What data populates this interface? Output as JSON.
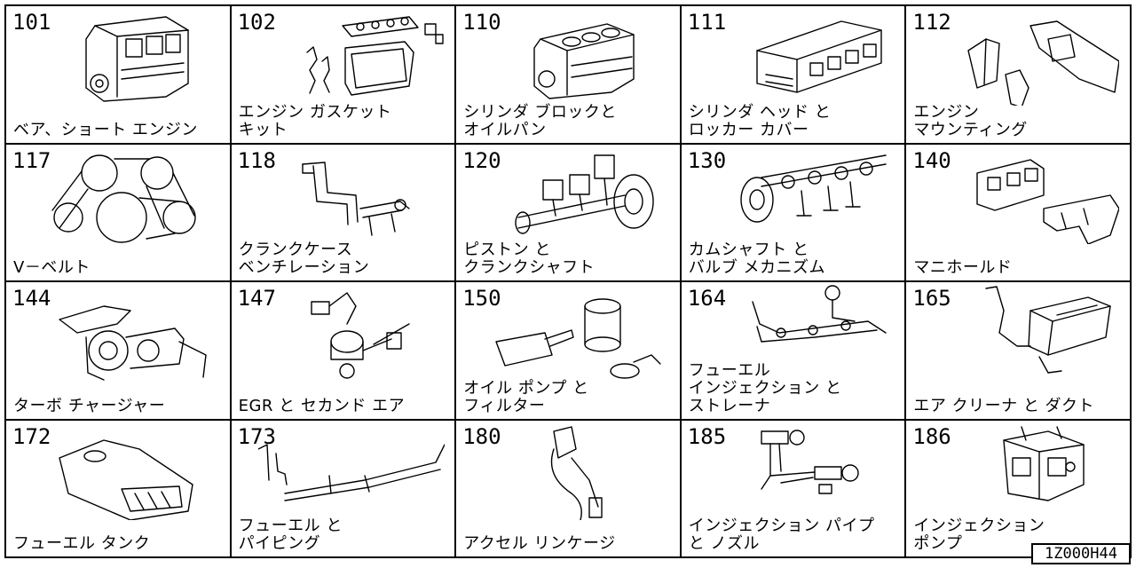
{
  "diagram_code": "1Z000H44",
  "cells": [
    {
      "number": "101",
      "label": "ベア、ショート エンジン",
      "icon": "engine-block-icon"
    },
    {
      "number": "102",
      "label": "エンジン ガスケット\nキット",
      "icon": "gasket-kit-icon"
    },
    {
      "number": "110",
      "label": "シリンダ ブロックと\nオイルパン",
      "icon": "cylinder-block-icon"
    },
    {
      "number": "111",
      "label": "シリンダ ヘッド と\nロッカー カバー",
      "icon": "cylinder-head-icon"
    },
    {
      "number": "112",
      "label": "エンジン\nマウンティング",
      "icon": "engine-mount-icon"
    },
    {
      "number": "117",
      "label": "V－ベルト",
      "icon": "v-belt-icon"
    },
    {
      "number": "118",
      "label": "クランクケース\nベンチレーション",
      "icon": "ventilation-hose-icon"
    },
    {
      "number": "120",
      "label": "ピストン と\nクランクシャフト",
      "icon": "piston-crankshaft-icon"
    },
    {
      "number": "130",
      "label": "カムシャフト と\nバルブ メカニズム",
      "icon": "camshaft-valve-icon"
    },
    {
      "number": "140",
      "label": "マニホールド",
      "icon": "manifold-icon"
    },
    {
      "number": "144",
      "label": "ターボ チャージャー",
      "icon": "turbocharger-icon"
    },
    {
      "number": "147",
      "label": "EGR と セカンド エア",
      "icon": "egr-valve-icon"
    },
    {
      "number": "150",
      "label": "オイル ポンプ と\nフィルター",
      "icon": "oil-pump-filter-icon"
    },
    {
      "number": "164",
      "label": "フューエル\nインジェクション と\nストレーナ",
      "icon": "fuel-injection-icon"
    },
    {
      "number": "165",
      "label": "エア クリーナ と ダクト",
      "icon": "air-cleaner-icon"
    },
    {
      "number": "172",
      "label": "フューエル タンク",
      "icon": "fuel-tank-icon"
    },
    {
      "number": "173",
      "label": "フューエル と\nパイピング",
      "icon": "fuel-piping-icon"
    },
    {
      "number": "180",
      "label": "アクセル リンケージ",
      "icon": "accelerator-linkage-icon"
    },
    {
      "number": "185",
      "label": "インジェクション パイプ\nと ノズル",
      "icon": "injection-nozzle-icon"
    },
    {
      "number": "186",
      "label": "インジェクション\nポンプ",
      "icon": "injection-pump-icon"
    }
  ]
}
